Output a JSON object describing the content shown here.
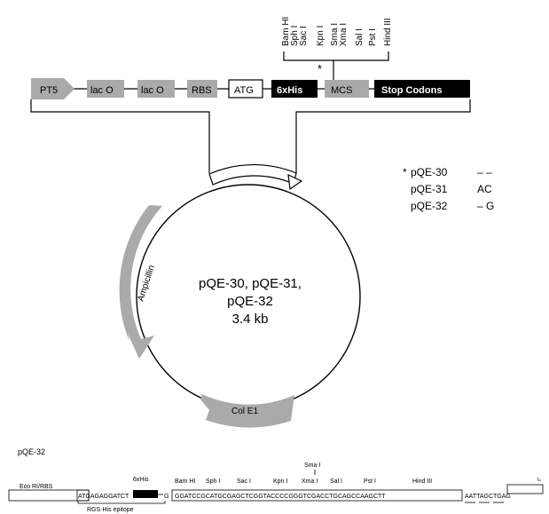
{
  "cassette": {
    "pt5": "PT5",
    "laco1": "lac O",
    "laco2": "lac O",
    "rbs": "RBS",
    "atg": "ATG",
    "his": "6xHis",
    "mcs": "MCS",
    "stop": "Stop Codons",
    "star": "*"
  },
  "mcs_sites": [
    "Bam HI",
    "Sph I",
    "Sac I",
    "Kpn I",
    "Sma I",
    "Xma I",
    "Sal I",
    "Pst I",
    "Hind III"
  ],
  "legend": {
    "rows": [
      {
        "prefix": "*",
        "name": "pQE-30",
        "seq": "– –"
      },
      {
        "prefix": "",
        "name": "pQE-31",
        "seq": "AC"
      },
      {
        "prefix": "",
        "name": "pQE-32",
        "seq": "– G"
      }
    ]
  },
  "plasmid": {
    "name_line1": "pQE-30, pQE-31,",
    "name_line2": "pQE-32",
    "size": "3.4 kb",
    "ampicillin": "Ampicillin",
    "colE1": "Col E1"
  },
  "sequence": {
    "title": "pQE-32",
    "ecori_rbs": "Eco RI/RBS",
    "his_label": "6xHis",
    "seq_left": "ATGAGAGGATCT",
    "g": "G",
    "seq_mcs": "GGATCCGCATGCGAGCTCGGTACCCCGGGTCGACCTGCAGCCAAGCTT",
    "seq_stop": "AATTAGCTGAG",
    "t0": "t₀",
    "rgs": "RGS·His epitope",
    "sites": [
      {
        "name": "Bam HI"
      },
      {
        "name": "Sph I"
      },
      {
        "name": "Sac I"
      },
      {
        "name": "Kpn I"
      },
      {
        "name": "Sma I"
      },
      {
        "name": "Xma I"
      },
      {
        "name": "Sal I"
      },
      {
        "name": "Pst I"
      },
      {
        "name": "Hind III"
      }
    ]
  }
}
